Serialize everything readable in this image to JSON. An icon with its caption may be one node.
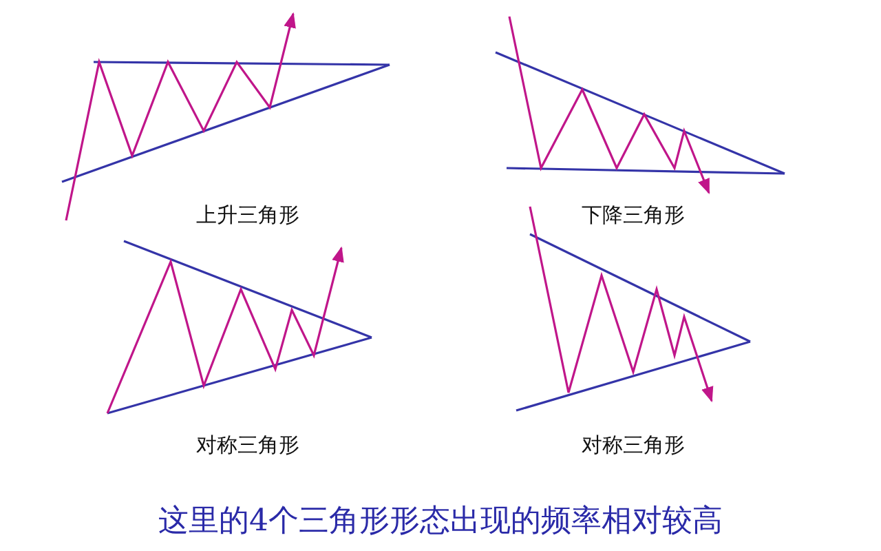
{
  "diagram": {
    "caption": "这里的4个三角形形态出现的频率相对较高",
    "labels": [
      "上升三角形",
      "下降三角形",
      "对称三角形",
      "对称三角形"
    ]
  }
}
